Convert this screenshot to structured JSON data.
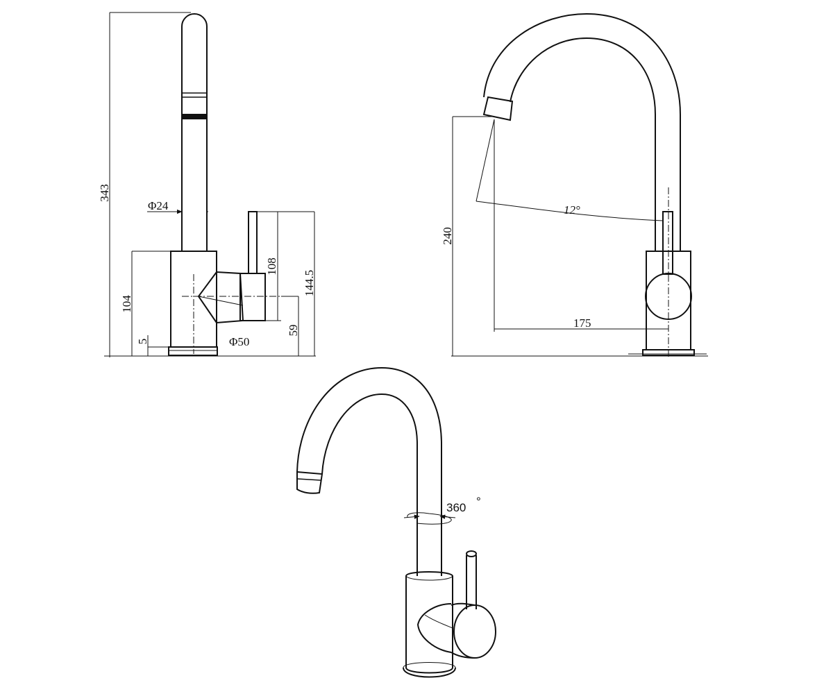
{
  "side_view": {
    "height_total": "343",
    "spout_diameter": "Φ24",
    "body_height": "104",
    "handle_height": "108",
    "overall_handle_height": "144.5",
    "handle_center_height": "59",
    "base_offset": "5",
    "base_diameter": "Φ50"
  },
  "front_view": {
    "spout_height": "240",
    "tilt_angle": "12°",
    "spout_reach": "175"
  },
  "iso_view": {
    "rotation": "360",
    "rotation_unit": "°"
  },
  "colors": {
    "line": "#111111",
    "background": "#ffffff"
  }
}
